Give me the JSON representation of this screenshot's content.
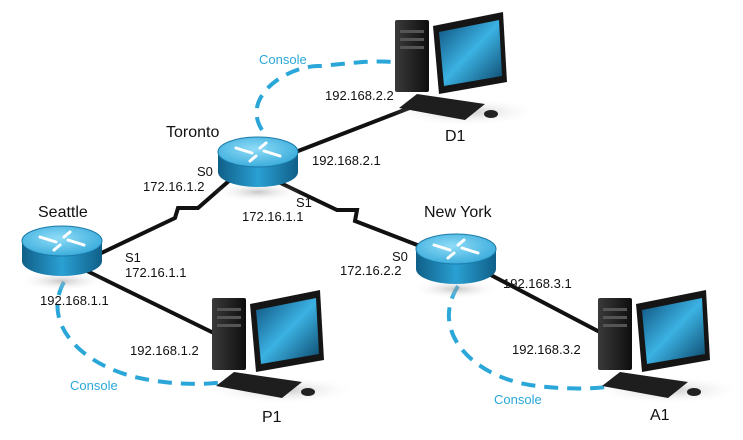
{
  "routers": {
    "seattle": {
      "name": "Seattle",
      "s1": "S1",
      "s1_ip": "172.16.1.1",
      "lan_ip": "192.168.1.1"
    },
    "toronto": {
      "name": "Toronto",
      "s0": "S0",
      "s0_ip": "172.16.1.2",
      "s1": "S1",
      "s1_ip": "172.16.1.1",
      "lan_ip": "192.168.2.1"
    },
    "newyork": {
      "name": "New York",
      "s0": "S0",
      "s0_ip": "172.16.2.2",
      "lan_ip": "192.168.3.1"
    }
  },
  "hosts": {
    "d1": {
      "name": "D1",
      "ip": "192.168.2.2"
    },
    "p1": {
      "name": "P1",
      "ip": "192.168.1.2"
    },
    "a1": {
      "name": "A1",
      "ip": "192.168.3.2"
    }
  },
  "console_label": "Console",
  "colors": {
    "link": "#111111",
    "console": "#2aa7d8",
    "router_top": "#5fc8ee",
    "router_side": "#1f86b5",
    "pc_body": "#1c1c1c",
    "screen": "#1b7fb3"
  }
}
